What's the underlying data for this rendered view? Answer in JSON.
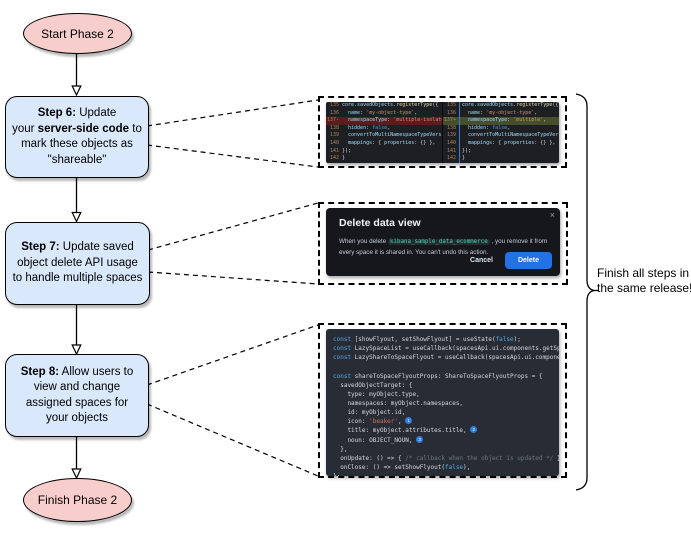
{
  "flowchart": {
    "start_label": "Start Phase 2",
    "finish_label": "Finish Phase 2",
    "step6": {
      "lines": [
        [
          {
            "b": true,
            "t": "Step 6:"
          },
          {
            "b": false,
            "t": " Update"
          }
        ],
        [
          {
            "b": false,
            "t": "your "
          },
          {
            "b": true,
            "t": "server-side code"
          },
          {
            "b": false,
            "t": " to"
          }
        ],
        [
          {
            "b": false,
            "t": "mark these objects as"
          }
        ],
        [
          {
            "b": false,
            "t": "\"shareable\""
          }
        ]
      ]
    },
    "step7": {
      "lines": [
        [
          {
            "b": true,
            "t": "Step 7:"
          },
          {
            "b": false,
            "t": " Update saved"
          }
        ],
        [
          {
            "b": false,
            "t": "object delete API usage"
          }
        ],
        [
          {
            "b": false,
            "t": "to handle multiple spaces"
          }
        ]
      ]
    },
    "step8": {
      "lines": [
        [
          {
            "b": true,
            "t": "Step 8:"
          },
          {
            "b": false,
            "t": " Allow users to"
          }
        ],
        [
          {
            "b": false,
            "t": "view and change"
          }
        ],
        [
          {
            "b": false,
            "t": "assigned spaces for"
          }
        ],
        [
          {
            "b": false,
            "t": "your objects"
          }
        ]
      ]
    }
  },
  "annotation": {
    "text": "Finish all steps in the same release!"
  },
  "diff_panel": {
    "left": {
      "lines": [
        {
          "num": "135",
          "tokens": [
            [
              "v",
              "core.savedObjects."
            ],
            [
              "fn",
              "registerType"
            ],
            [
              "p",
              "({"
            ]
          ]
        },
        {
          "num": "136",
          "tokens": [
            [
              "key",
              "  name"
            ],
            [
              "p",
              ": "
            ],
            [
              "str",
              "'my-object-type'"
            ],
            [
              "p",
              ","
            ]
          ]
        },
        {
          "num": "137-",
          "type": "del",
          "tokens": [
            [
              "key",
              "  namespaceType"
            ],
            [
              "p",
              ": "
            ],
            [
              "str",
              "'multiple-isolated'"
            ],
            [
              "p",
              ","
            ]
          ]
        },
        {
          "num": "138",
          "tokens": [
            [
              "key",
              "  hidden"
            ],
            [
              "p",
              ": "
            ],
            [
              "bool",
              "false"
            ],
            [
              "p",
              ","
            ]
          ]
        },
        {
          "num": "139",
          "tokens": [
            [
              "key",
              "  convertToMultiNamespaceTypeVersion"
            ],
            [
              "p",
              ": "
            ],
            [
              "str",
              "'"
            ]
          ]
        },
        {
          "num": "140",
          "tokens": [
            [
              "key",
              "  mappings"
            ],
            [
              "p",
              ": { "
            ],
            [
              "key",
              "properties"
            ],
            [
              "p",
              ": {} },"
            ]
          ]
        },
        {
          "num": "141",
          "tokens": [
            [
              "p",
              "});"
            ]
          ]
        },
        {
          "num": "142",
          "tokens": [
            [
              "p",
              "}"
            ]
          ]
        }
      ]
    },
    "right": {
      "lines": [
        {
          "num": "135",
          "tokens": [
            [
              "v",
              "core.savedObjects."
            ],
            [
              "fn",
              "registerType"
            ],
            [
              "p",
              "({"
            ]
          ]
        },
        {
          "num": "136",
          "tokens": [
            [
              "key",
              "  name"
            ],
            [
              "p",
              ": "
            ],
            [
              "str",
              "'my-object-type'"
            ],
            [
              "p",
              ","
            ]
          ]
        },
        {
          "num": "137+",
          "type": "add",
          "tokens": [
            [
              "key",
              "  namespaceType"
            ],
            [
              "p",
              ": "
            ],
            [
              "str",
              "'multiple'"
            ],
            [
              "p",
              ","
            ]
          ]
        },
        {
          "num": "138",
          "tokens": [
            [
              "key",
              "  hidden"
            ],
            [
              "p",
              ": "
            ],
            [
              "bool",
              "false"
            ],
            [
              "p",
              ","
            ]
          ]
        },
        {
          "num": "139",
          "tokens": [
            [
              "key",
              "  convertToMultiNamespaceTypeVersion"
            ],
            [
              "p",
              ": "
            ],
            [
              "str",
              "'"
            ]
          ]
        },
        {
          "num": "140",
          "tokens": [
            [
              "key",
              "  mappings"
            ],
            [
              "p",
              ": { "
            ],
            [
              "key",
              "properties"
            ],
            [
              "p",
              ": {} },"
            ]
          ]
        },
        {
          "num": "141",
          "tokens": [
            [
              "p",
              "});"
            ]
          ]
        },
        {
          "num": "142",
          "tokens": [
            [
              "p",
              "}"
            ]
          ]
        }
      ]
    }
  },
  "dialog": {
    "title": "Delete data view",
    "close_icon": "×",
    "body_pre": "When you delete ",
    "code": "kibana_sample_data_ecommerce",
    "body_post": " , you remove it from every space it is shared in. You can't undo this action.",
    "cancel_label": "Cancel",
    "delete_label": "Delete"
  },
  "code_panel": {
    "lines": [
      [
        [
          "kw",
          "const"
        ],
        [
          "pl",
          " [showFlyout, setShowFlyout] = useState("
        ],
        [
          "bool",
          "false"
        ],
        [
          "pl",
          ");"
        ]
      ],
      [
        [
          "kw",
          "const"
        ],
        [
          "pl",
          " LazySpaceList = useCallback(spacesApi.ui.components.getSpaceLis"
        ]
      ],
      [
        [
          "kw",
          "const"
        ],
        [
          "pl",
          " LazyShareToSpaceFlyout = useCallback(spacesApi.ui.components.ge"
        ]
      ],
      [],
      [
        [
          "kw",
          "const"
        ],
        [
          "pl",
          " shareToSpaceFlyoutProps: ShareToSpaceFlyoutProps = {"
        ]
      ],
      [
        [
          "pl",
          "  savedObjectTarget: {"
        ]
      ],
      [
        [
          "pl",
          "    type: myObject.type,"
        ]
      ],
      [
        [
          "pl",
          "    namespaces: myObject.namespaces,"
        ]
      ],
      [
        [
          "pl",
          "    id: myObject.id,"
        ]
      ],
      [
        [
          "pl",
          "    icon: "
        ],
        [
          "str",
          "'beaker'"
        ],
        [
          "pl",
          ", "
        ],
        [
          "badge",
          "1"
        ]
      ],
      [
        [
          "pl",
          "    title: myObject.attributes.title, "
        ],
        [
          "badge",
          "2"
        ]
      ],
      [
        [
          "pl",
          "    noun: OBJECT_NOUN, "
        ],
        [
          "badge",
          "3"
        ]
      ],
      [
        [
          "pl",
          "  },"
        ]
      ],
      [
        [
          "pl",
          "  onUpdate: () => { "
        ],
        [
          "com",
          "/* callback when the object is updated */"
        ],
        [
          "pl",
          " },"
        ]
      ],
      [
        [
          "pl",
          "  onClose: () => setShowFlyout("
        ],
        [
          "bool",
          "false"
        ],
        [
          "pl",
          "),"
        ]
      ],
      [
        [
          "pl",
          "};"
        ]
      ]
    ]
  },
  "colors": {
    "node_pink": "#f8cecc",
    "node_blue": "#dae8fc",
    "delete_button_blue": "#2271e5",
    "badge_blue": "#2f7de1",
    "diff_deleted_bg": "#5a1c1c",
    "diff_added_bg": "#454f2b",
    "code_chip_teal": "#41d6b1"
  }
}
